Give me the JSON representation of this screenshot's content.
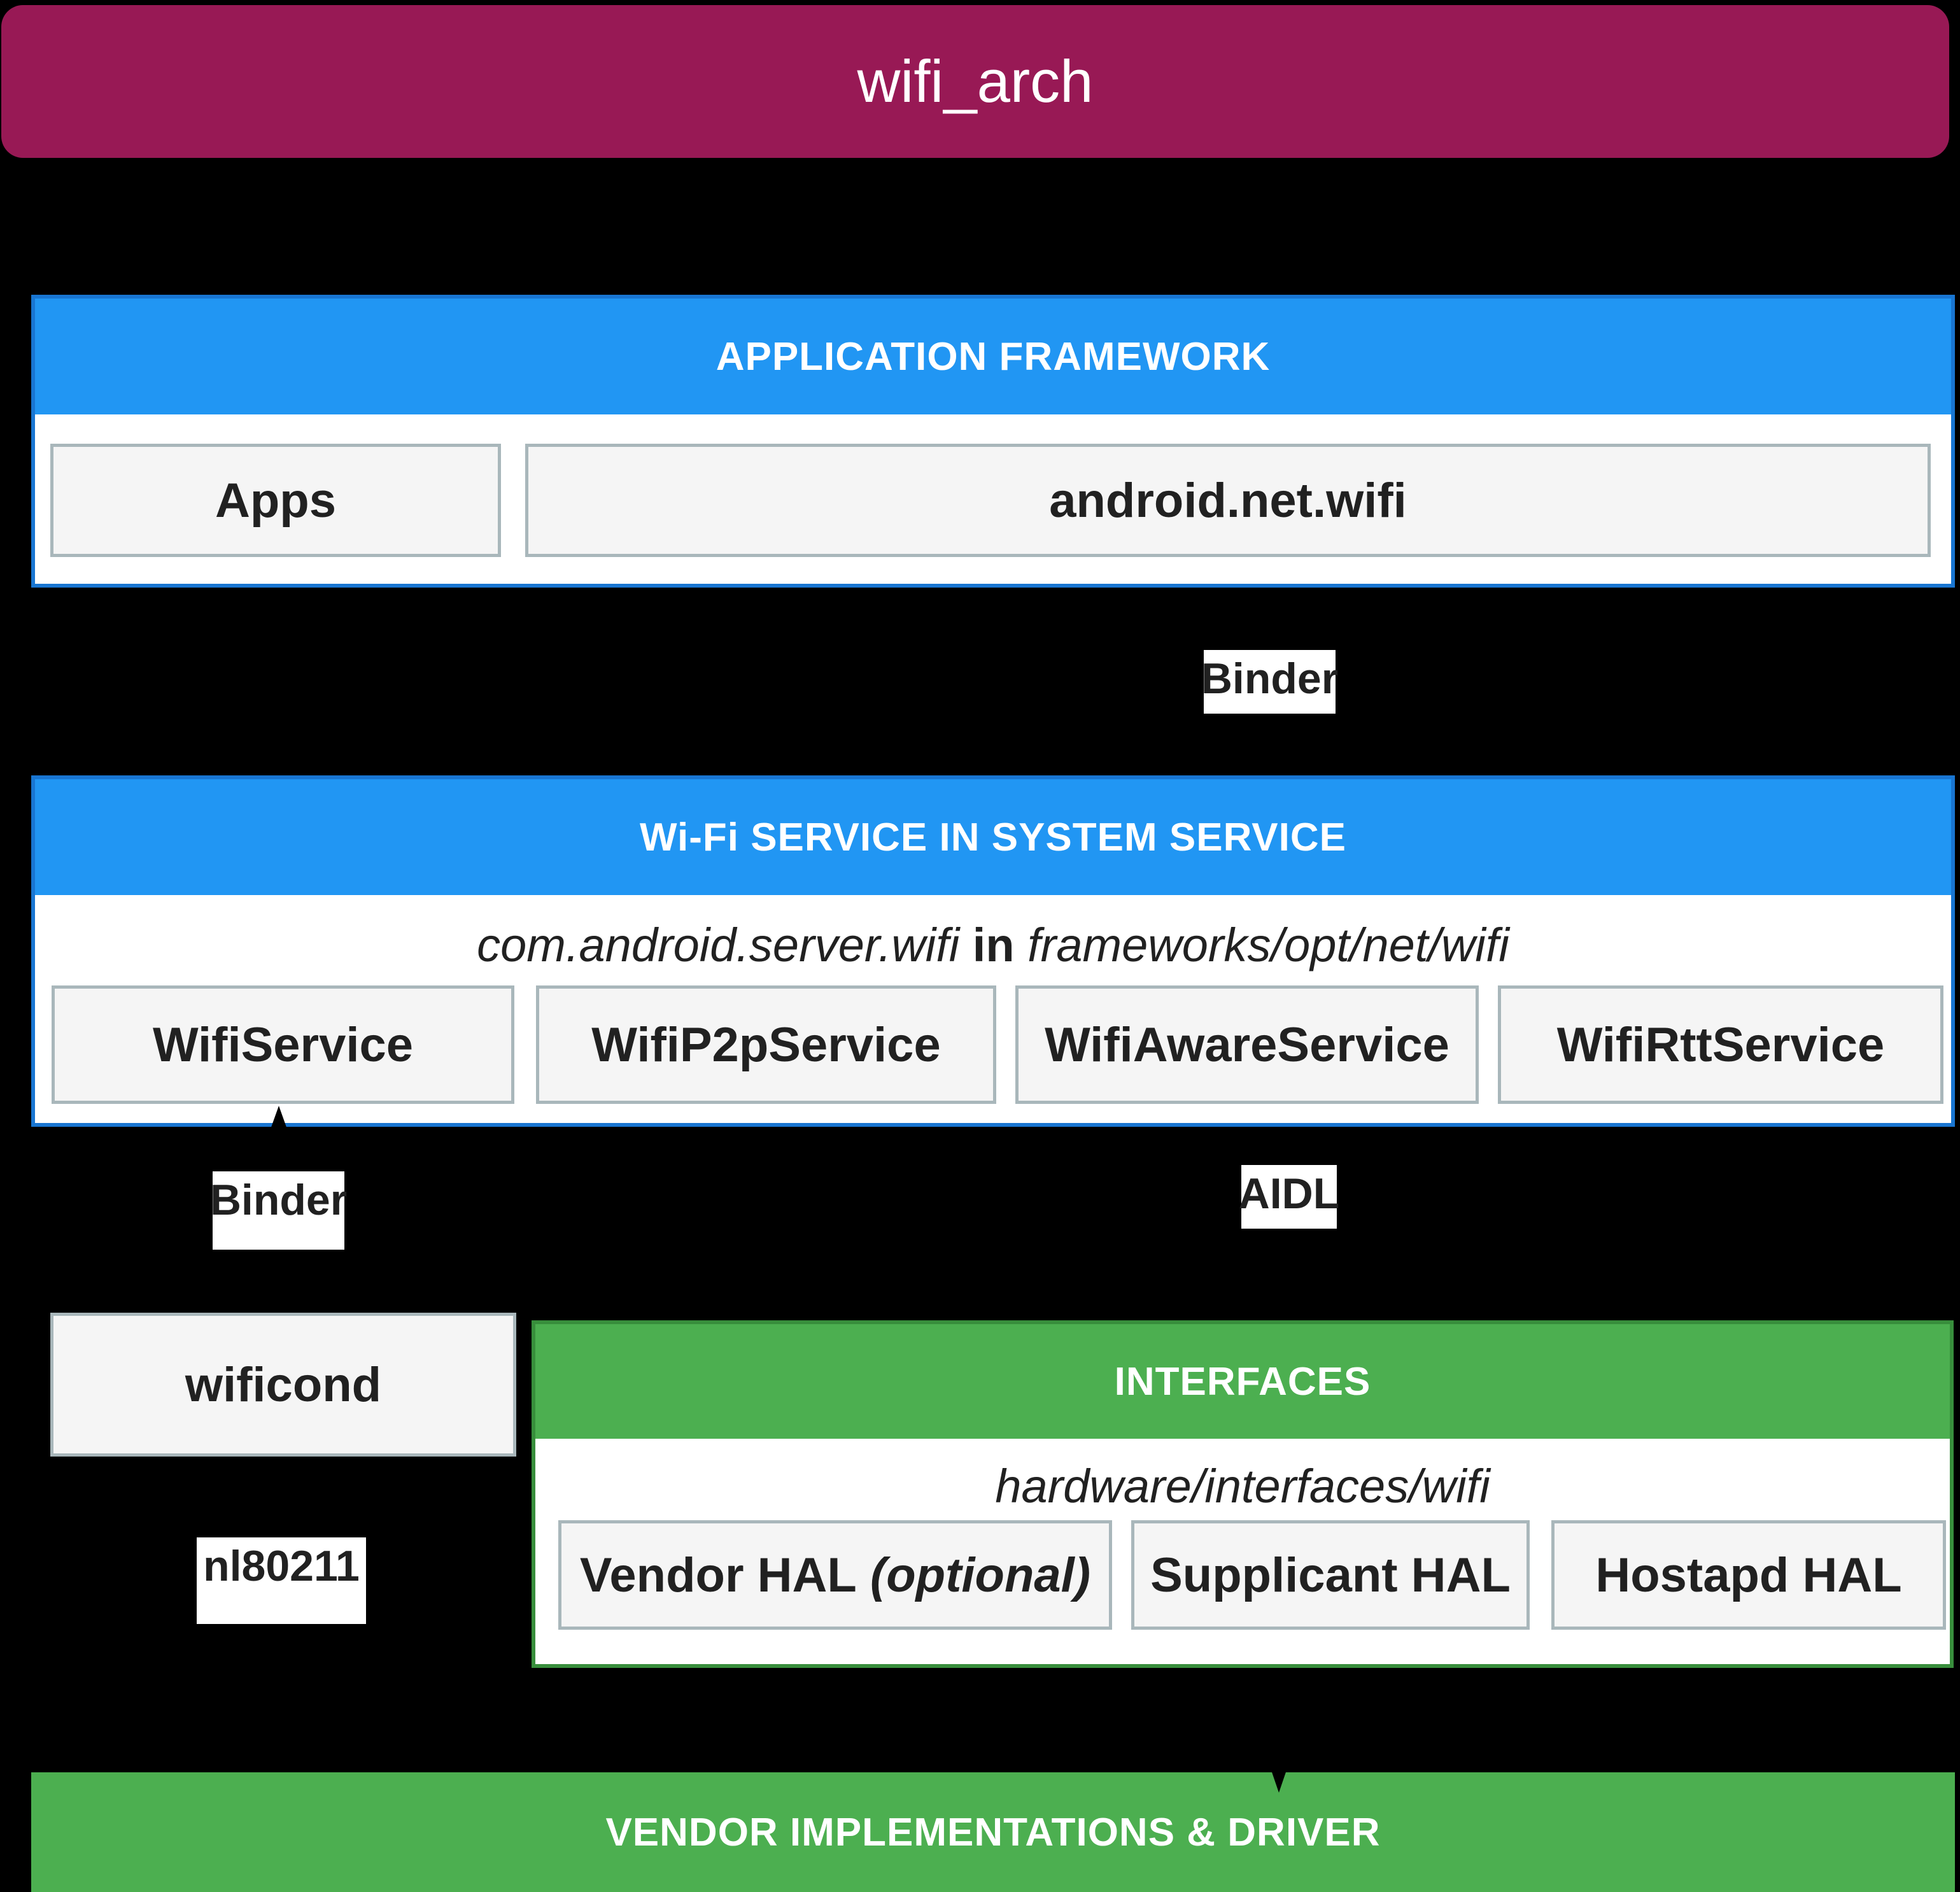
{
  "title": "wifi_arch",
  "colors": {
    "background": "#000000",
    "title_bar": "#981955",
    "blue": "#2196F3",
    "blue_border": "#1976D2",
    "green": "#4CAF50",
    "green_border": "#388E3C",
    "box_fill": "#F5F5F5",
    "box_border": "#A9B7BB",
    "text_dark": "#212121",
    "white": "#FFFFFF"
  },
  "app_framework": {
    "header": "APPLICATION FRAMEWORK",
    "boxes": [
      {
        "label": "Apps"
      },
      {
        "label": "android.net.wifi"
      }
    ]
  },
  "binder_top": {
    "label": "Binder"
  },
  "wifi_service": {
    "header": "Wi-Fi SERVICE IN SYSTEM SERVICE",
    "subtitle_pre": "com.android.server.wifi",
    "subtitle_mid": "in",
    "subtitle_post": "frameworks/opt/net/wifi",
    "boxes": [
      {
        "label": "WifiService"
      },
      {
        "label": "WifiP2pService"
      },
      {
        "label": "WifiAwareService"
      },
      {
        "label": "WifiRttService"
      }
    ]
  },
  "binder_left": {
    "label": "Binder"
  },
  "aidl": {
    "label": "AIDL"
  },
  "wificond": {
    "label": "wificond"
  },
  "interfaces": {
    "header": "INTERFACES",
    "subtitle": "hardware/interfaces/wifi",
    "boxes": [
      {
        "label_main": "Vendor HAL",
        "label_italic": "(optional)"
      },
      {
        "label_main": "Supplicant HAL"
      },
      {
        "label_main": "Hostapd HAL"
      }
    ]
  },
  "nl80211": {
    "label": "nl80211"
  },
  "vendor_bar": {
    "header": "VENDOR IMPLEMENTATIONS & DRIVER"
  }
}
